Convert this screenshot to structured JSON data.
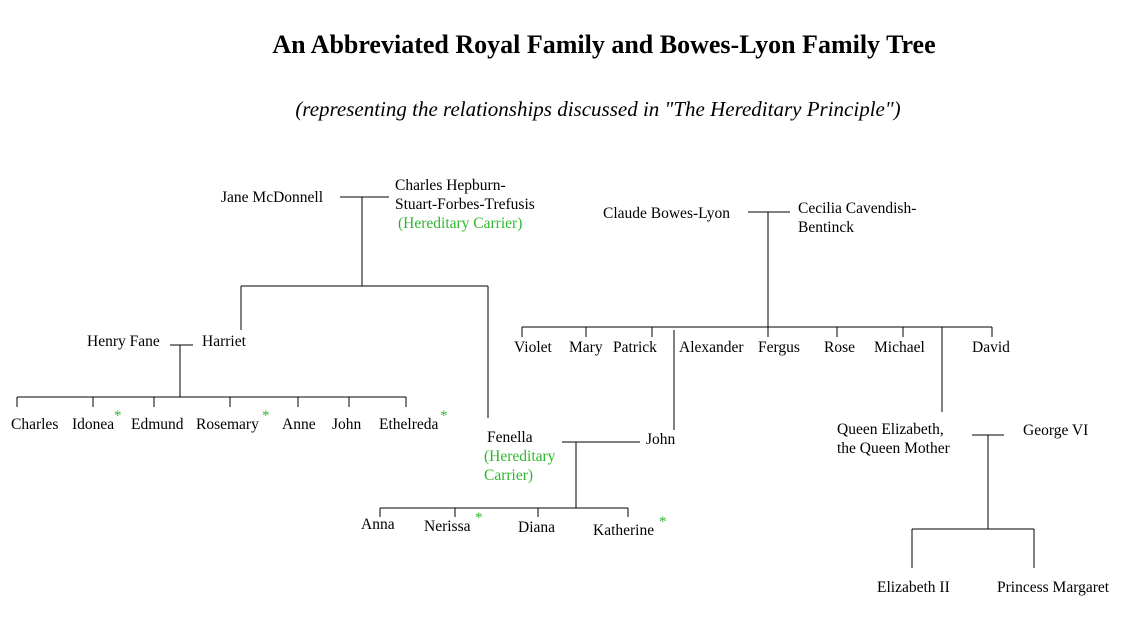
{
  "title": "An Abbreviated Royal Family and Bowes-Lyon Family Tree",
  "subtitle": "(representing the relationships discussed in \"The Hereditary Principle\")",
  "carrier_note": "(Hereditary Carrier)",
  "carrier_note_lines": [
    "(Hereditary",
    "Carrier)"
  ],
  "star_symbol": "*",
  "accent_color": "#2eb82e",
  "people": {
    "jane": "Jane McDonnell",
    "charles_hepburn": [
      "Charles Hepburn-",
      "Stuart-Forbes-Trefusis"
    ],
    "claude": "Claude Bowes-Lyon",
    "cecilia": [
      "Cecilia Cavendish-",
      "Bentinck"
    ],
    "henry_fane": "Henry Fane",
    "harriet": "Harriet",
    "fane_children": [
      "Charles",
      "Idonea",
      "Edmund",
      "Rosemary",
      "Anne",
      "John",
      "Ethelreda"
    ],
    "bowes_lyon_children": [
      "Violet",
      "Mary",
      "Patrick",
      "Alexander",
      "Fergus",
      "Rose",
      "Michael",
      "David"
    ],
    "fenella": "Fenella",
    "john_bl": "John",
    "queen_mother": [
      "Queen Elizabeth,",
      "the Queen Mother"
    ],
    "george_vi": "George VI",
    "fenella_children": [
      "Anna",
      "Nerissa",
      "Diana",
      "Katherine"
    ],
    "royal_children": [
      "Elizabeth II",
      "Princess Margaret"
    ]
  }
}
